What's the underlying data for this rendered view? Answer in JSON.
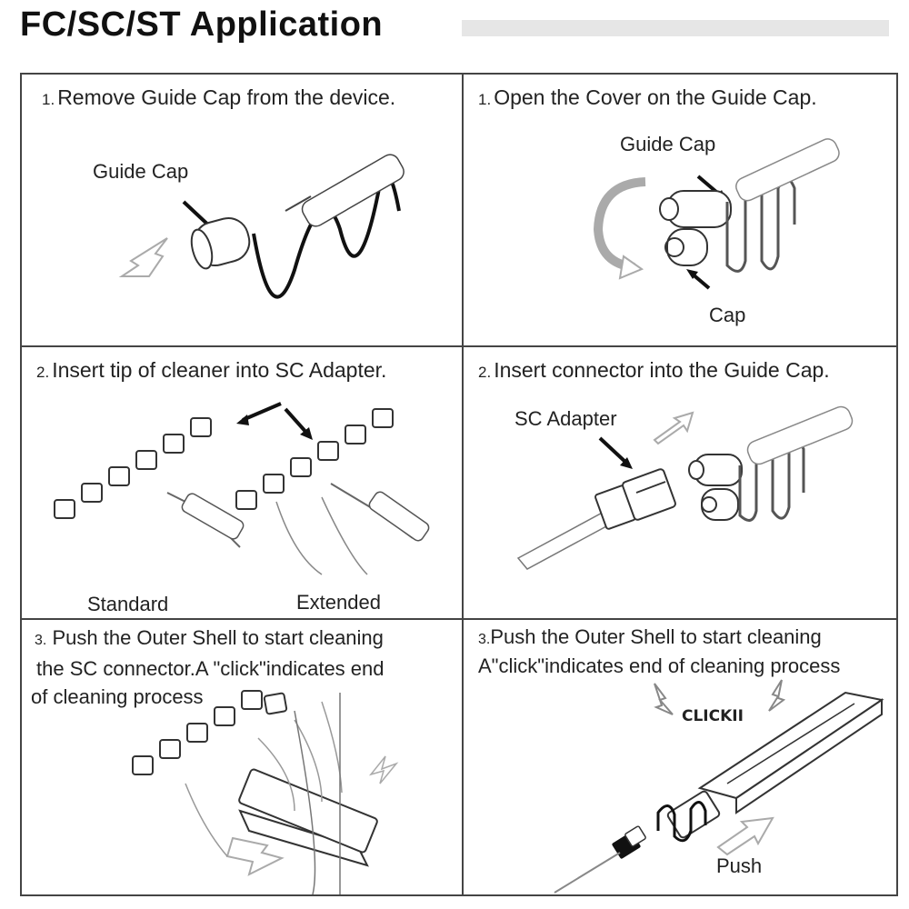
{
  "title": "FC/SC/ST Application",
  "panels": [
    {
      "step_num": "1.",
      "step_text": "Remove Guide Cap from the device.",
      "labels": [
        "Guide Cap"
      ]
    },
    {
      "step_num": "1.",
      "step_text": "Open the Cover on the Guide Cap.",
      "labels": [
        "Guide Cap",
        "Cap"
      ]
    },
    {
      "step_num": "2.",
      "step_text": "Insert tip of cleaner into SC Adapter.",
      "labels": [
        "Standard",
        "Extended"
      ]
    },
    {
      "step_num": "2.",
      "step_text": "Insert connector into the Guide Cap.",
      "labels": [
        "SC Adapter"
      ]
    },
    {
      "step_num": "3.",
      "step_lines": [
        "Push the Outer Shell to start cleaning",
        "the SC connector.A \"click\"indicates end",
        "of cleaning process"
      ]
    },
    {
      "step_num": "3.",
      "step_lines": [
        "Push the Outer Shell to start cleaning",
        "A\"click\"indicates end of cleaning process"
      ],
      "labels": [
        "CLICKII",
        "Push"
      ]
    }
  ]
}
